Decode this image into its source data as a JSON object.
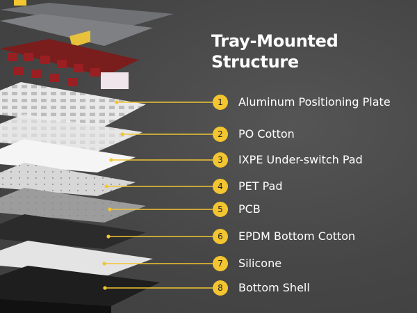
{
  "title": {
    "line1": "Tray-Mounted",
    "line2": "Structure"
  },
  "accent_color": "#f2c531",
  "layers": [
    {
      "number": "1",
      "label": "Aluminum Positioning Plate"
    },
    {
      "number": "2",
      "label": "PO Cotton"
    },
    {
      "number": "3",
      "label": "IXPE Under-switch Pad"
    },
    {
      "number": "4",
      "label": "PET Pad"
    },
    {
      "number": "5",
      "label": "PCB"
    },
    {
      "number": "6",
      "label": "EPDM Bottom Cotton"
    },
    {
      "number": "7",
      "label": "Silicone"
    },
    {
      "number": "8",
      "label": "Bottom Shell"
    }
  ]
}
